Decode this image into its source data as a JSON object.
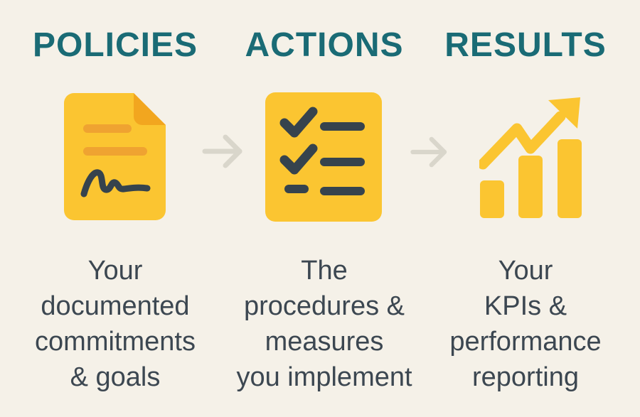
{
  "colors": {
    "background": "#F5F1E8",
    "heading_teal": "#1A6B75",
    "icon_yellow": "#FBC531",
    "fold_orange": "#F2A61F",
    "doc_line_orange": "#EFA331",
    "icon_dark_slate": "#36434D",
    "text_slate": "#3C4751",
    "connector_gray": "#D9D6CB"
  },
  "columns": [
    {
      "heading": "POLICIES",
      "icon": "signed-document-icon",
      "description_lines": [
        "Your",
        "documented",
        "commitments",
        "& goals"
      ]
    },
    {
      "heading": "ACTIONS",
      "icon": "checklist-icon",
      "description_lines": [
        "The",
        "procedures &",
        "measures",
        "you implement"
      ]
    },
    {
      "heading": "RESULTS",
      "icon": "growth-bar-chart-icon",
      "description_lines": [
        "Your",
        "KPIs &",
        "performance",
        "reporting"
      ]
    }
  ],
  "connectors": [
    {
      "icon": "flow-arrow-icon"
    },
    {
      "icon": "flow-arrow-icon"
    }
  ]
}
